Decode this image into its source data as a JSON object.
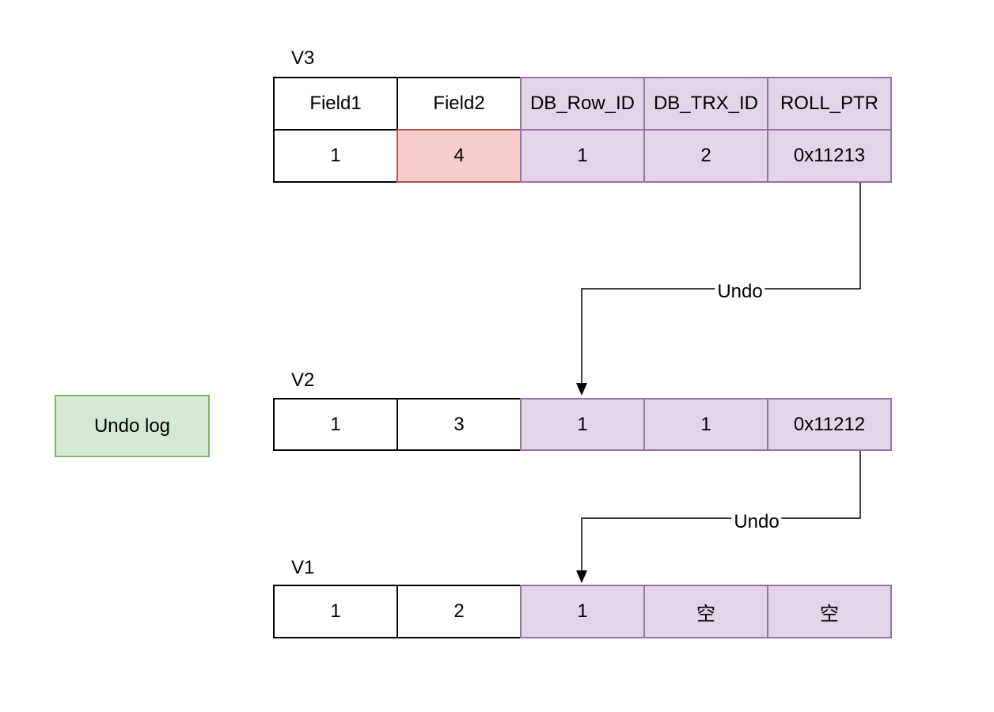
{
  "palette": {
    "background": "#ffffff",
    "line_color": "#000000",
    "text_color": "#000000",
    "purple_fill": "#e1d5e7",
    "purple_border": "#9673a6",
    "pink_fill": "#f8cecc",
    "pink_border": "#b85450",
    "green_fill": "#d5e8d4",
    "green_border": "#82b366"
  },
  "undo_log_box": {
    "label": "Undo log"
  },
  "versions": [
    {
      "label": "V3",
      "headers": [
        "Field1",
        "Field2",
        "DB_Row_ID",
        "DB_TRX_ID",
        "ROLL_PTR"
      ],
      "cells": [
        "1",
        "4",
        "1",
        "2",
        "0x11213"
      ]
    },
    {
      "label": "V2",
      "cells": [
        "1",
        "3",
        "1",
        "1",
        "0x11212"
      ]
    },
    {
      "label": "V1",
      "cells": [
        "1",
        "2",
        "1",
        "空",
        "空"
      ]
    }
  ],
  "arrows": [
    {
      "label": "Undo",
      "from": "V3 ROLL_PTR",
      "to": "V2 DB_Row_ID"
    },
    {
      "label": "Undo",
      "from": "V2 ROLL_PTR",
      "to": "V1 DB_Row_ID"
    }
  ]
}
